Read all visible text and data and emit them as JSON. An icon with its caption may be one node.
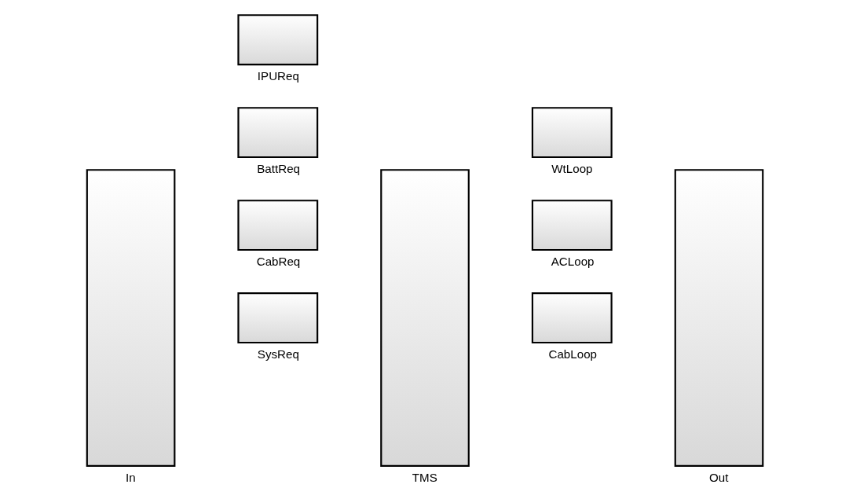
{
  "diagram": {
    "nodes": [
      {
        "text": [
          "In"
        ]
      },
      {
        "text": [
          "SysReq"
        ]
      },
      {
        "text": [
          "CabReq"
        ]
      },
      {
        "text": [
          "BattReq"
        ]
      },
      {
        "text": [
          "IPUReq"
        ]
      },
      {
        "text": [
          "TMS"
        ]
      },
      {
        "text": [
          "CabLoop"
        ]
      },
      {
        "text": [
          "ACLoop"
        ]
      },
      {
        "text": [
          "WtLoop"
        ]
      },
      {
        "text": [
          "Out"
        ]
      }
    ]
  }
}
